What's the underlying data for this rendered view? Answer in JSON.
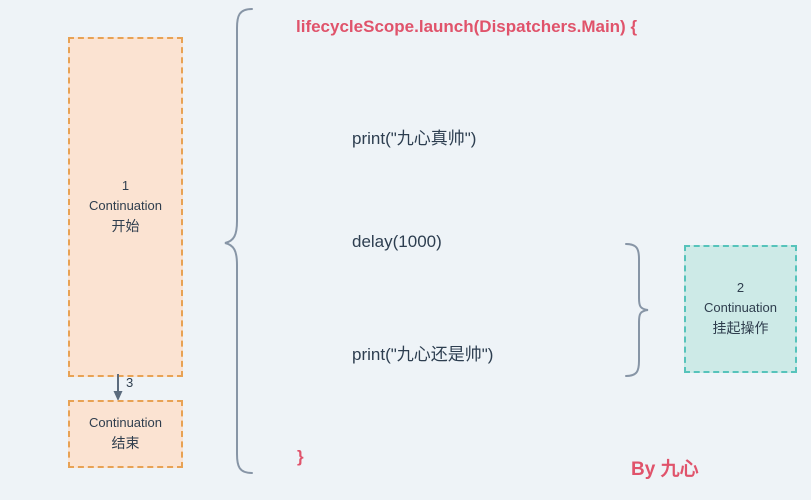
{
  "canvas": {
    "background_color": "#eef3f7",
    "accent_color": "#e0536b",
    "code_text_color": "#2d3e50",
    "orange_fill": "#fbe3d2",
    "orange_border": "#e8a254",
    "teal_fill": "#cdeae7",
    "teal_border": "#56c3bb",
    "brace_color": "#8795a6"
  },
  "code": {
    "header": "lifecycleScope.launch(Dispatchers.Main) {",
    "line1": "print(\"九心真帅\")",
    "line2": "delay(1000)",
    "line3": "print(\"九心还是帅\")",
    "closing": "}"
  },
  "boxes": {
    "start": {
      "number": "1",
      "title": "Continuation",
      "subtitle": "开始"
    },
    "end": {
      "title": "Continuation",
      "subtitle": "结束"
    },
    "suspend": {
      "number": "2",
      "title": "Continuation",
      "subtitle": "挂起操作"
    }
  },
  "arrow": {
    "label": "3"
  },
  "signature": "By 九心"
}
